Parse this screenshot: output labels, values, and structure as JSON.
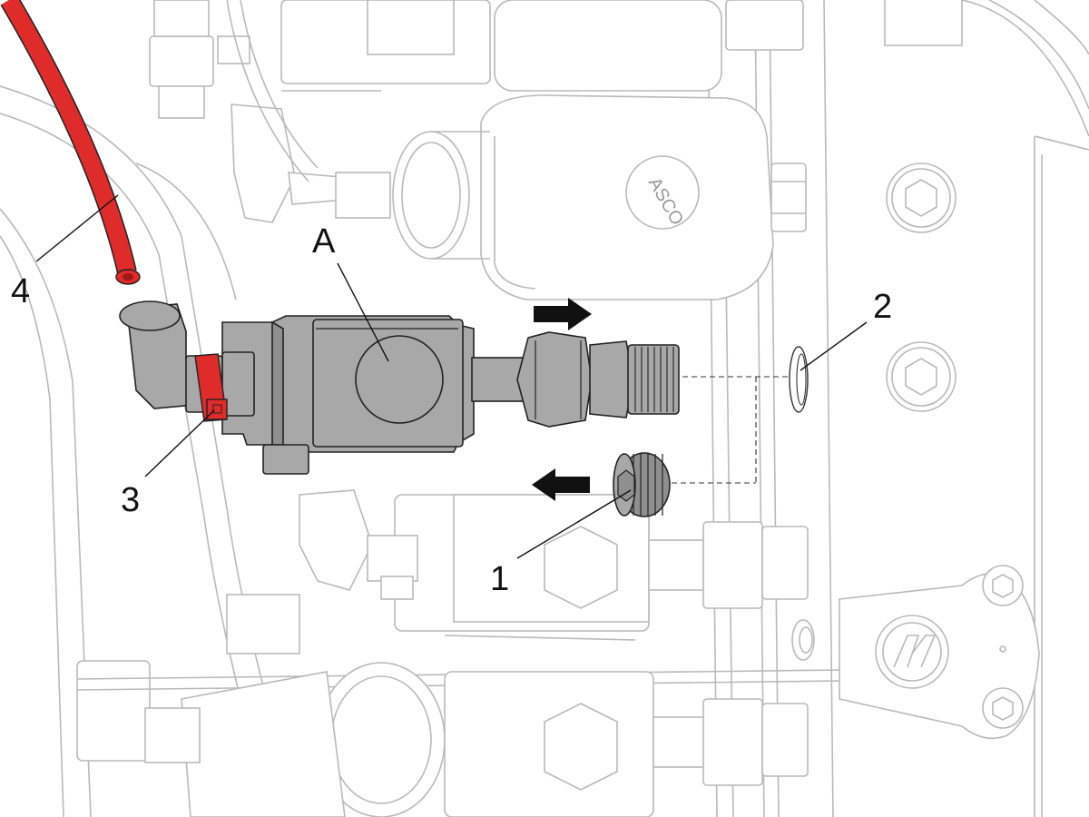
{
  "callouts": {
    "a": "A",
    "n1": "1",
    "n2": "2",
    "n3": "3",
    "n4": "4"
  },
  "colors": {
    "tube": "#e02b2b",
    "clip": "#e02b2b",
    "assembly_gray": "#a8a8a8",
    "ghost_lines": "#b9b9b9",
    "arrow": "#111111"
  },
  "icons": [
    "arrow-right-icon",
    "arrow-left-icon",
    "asco-logo-icon",
    "haas-logo-icon",
    "hex-socket-icon"
  ]
}
